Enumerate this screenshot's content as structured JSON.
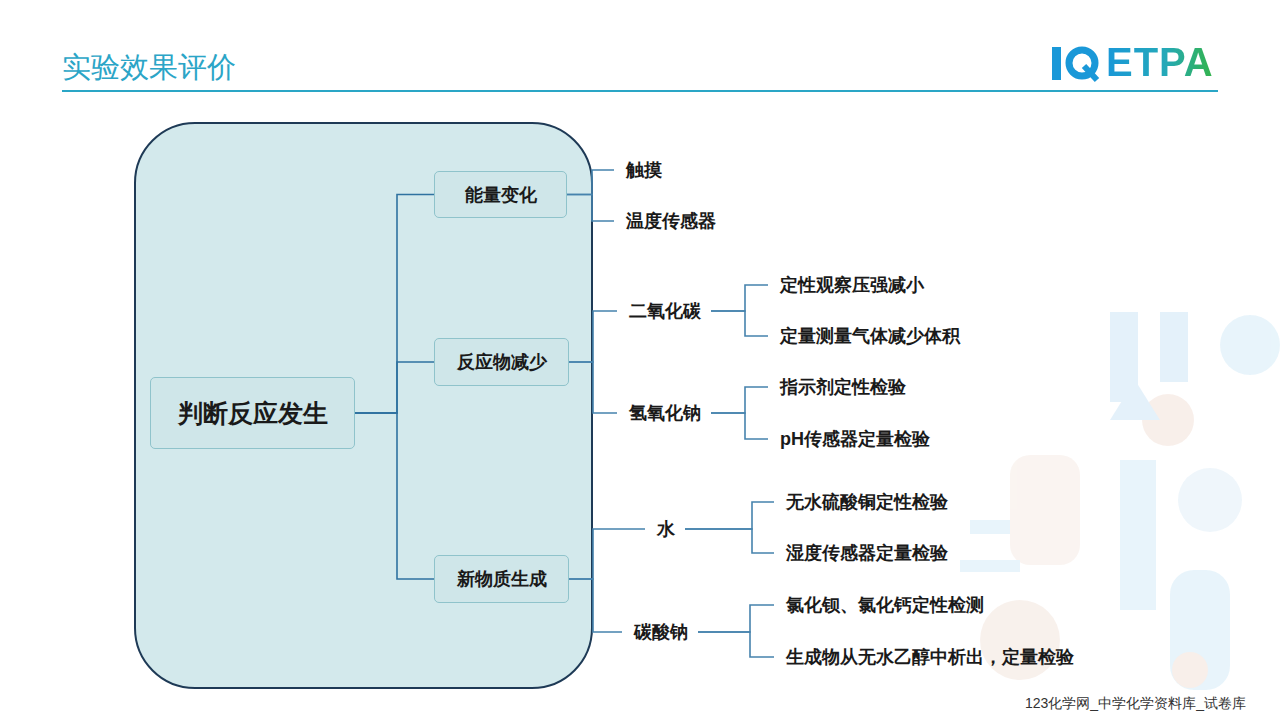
{
  "diagram": {
    "title": "实验效果评价",
    "nodes": [
      {
        "text": [
          "判断反应发生"
        ]
      },
      {
        "text": [
          "能量变化"
        ]
      },
      {
        "text": [
          "触摸"
        ]
      },
      {
        "text": [
          "温度传感器"
        ]
      },
      {
        "text": [
          "反应物减少"
        ]
      },
      {
        "text": [
          "二氧化碳"
        ]
      },
      {
        "text": [
          "定性观察压强减小"
        ]
      },
      {
        "text": [
          "定量测量气体减少体积"
        ]
      },
      {
        "text": [
          "氢氧化钠"
        ]
      },
      {
        "text": [
          "指示剂定性检验"
        ]
      },
      {
        "text": [
          "pH传感器定量检验"
        ]
      },
      {
        "text": [
          "新物质生成"
        ]
      },
      {
        "text": [
          "水"
        ]
      },
      {
        "text": [
          "无水硫酸铜定性检验"
        ]
      },
      {
        "text": [
          "湿度传感器定量检验"
        ]
      },
      {
        "text": [
          "碳酸钠"
        ]
      },
      {
        "text": [
          "氯化钡、氯化钙定性检测"
        ]
      },
      {
        "text": [
          "生成物从无水乙醇中析出，定量检验"
        ]
      }
    ],
    "edges": [
      {
        "from": 0,
        "to": 1,
        "arrow": "none"
      },
      {
        "from": 0,
        "to": 4,
        "arrow": "none"
      },
      {
        "from": 0,
        "to": 11,
        "arrow": "none"
      },
      {
        "from": 1,
        "to": 2,
        "arrow": "none"
      },
      {
        "from": 1,
        "to": 3,
        "arrow": "none"
      },
      {
        "from": 4,
        "to": 5,
        "arrow": "none"
      },
      {
        "from": 4,
        "to": 8,
        "arrow": "none"
      },
      {
        "from": 5,
        "to": 6,
        "arrow": "none"
      },
      {
        "from": 5,
        "to": 7,
        "arrow": "none"
      },
      {
        "from": 8,
        "to": 9,
        "arrow": "none"
      },
      {
        "from": 8,
        "to": 10,
        "arrow": "none"
      },
      {
        "from": 11,
        "to": 12,
        "arrow": "none"
      },
      {
        "from": 11,
        "to": 15,
        "arrow": "none"
      },
      {
        "from": 12,
        "to": 13,
        "arrow": "none"
      },
      {
        "from": 12,
        "to": 14,
        "arrow": "none"
      },
      {
        "from": 15,
        "to": 16,
        "arrow": "none"
      },
      {
        "from": 15,
        "to": 17,
        "arrow": "none"
      }
    ],
    "labels": [
      "ETPA",
      "123化学网_中学化学资料库_试卷库"
    ]
  }
}
